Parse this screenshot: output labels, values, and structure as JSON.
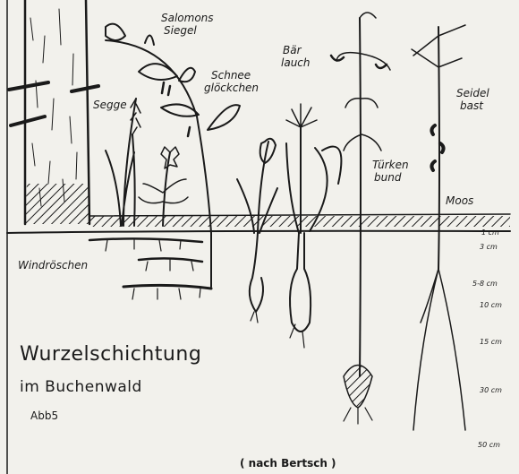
{
  "labels": {
    "salomonssiegel_1": "Salomons",
    "salomonssiegel_2": "Siegel",
    "baerlauch_1": "Bär",
    "baerlauch_2": "lauch",
    "schneegloeckchen_1": "Schnee",
    "schneegloeckchen_2": "glöckchen",
    "segge": "Segge",
    "seidelbast_1": "Seidel",
    "seidelbast_2": "bast",
    "tuerkenbund_1": "Türken",
    "tuerkenbund_2": "bund",
    "moos": "Moos",
    "windroeschen": "Windröschen"
  },
  "depth_scale": [
    "1 cm",
    "3 cm",
    "5-8 cm",
    "10 cm",
    "15 cm",
    "30 cm",
    "50 cm"
  ],
  "title": {
    "line1": "Wurzelschichtung",
    "line2": "im Buchenwald",
    "figure": "Abb5"
  },
  "credit": "( nach Bertsch )",
  "colors": {
    "ink": "#1a1a1a",
    "paper": "#f2f1ec"
  }
}
